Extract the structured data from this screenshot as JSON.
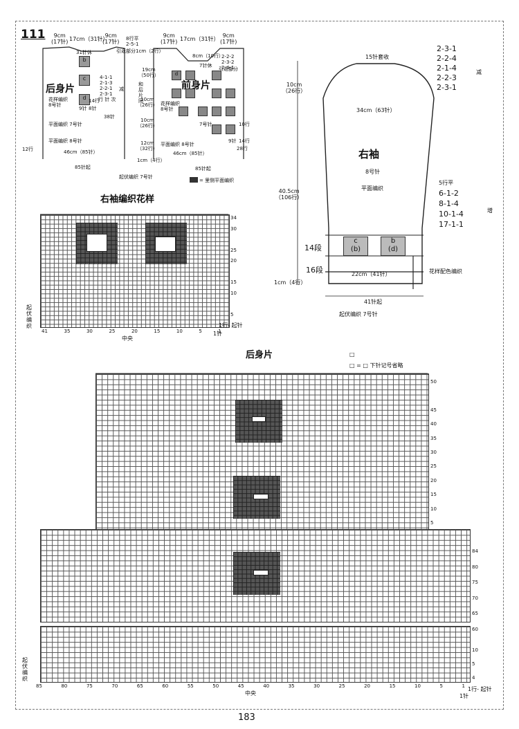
{
  "header": {
    "pattern_no": "111"
  },
  "schematic_back": {
    "title": "后身片",
    "shoulder_left": "9cm",
    "shoulder_left_st": "(17针)",
    "neck": "17cm（31针）",
    "shoulder_right": "9cm",
    "shoulder_right_st": "(17针)",
    "shoulder_flat": "8行平",
    "shoulder_dec": "2-5-1",
    "neck_note": "引返部分1cm（2行）",
    "neck_off": "31针休",
    "armhole_h": "19cm",
    "armhole_rows": "（50行）",
    "armhole_dec": [
      "4-1-1",
      "2-1-3",
      "2-2-1",
      "2-3-1"
    ],
    "armhole_dec_label": "减",
    "armhole_dec_header": "行 针 次",
    "armhole_off": "14行",
    "armhole_off_st": "8针",
    "motif_h": "10cm",
    "motif_rows": "（26行）",
    "motif_label": "花样编织",
    "needle8": "8号针",
    "st9": "9针",
    "st38": "38针",
    "plain_label": "平面编织",
    "needle7": "7号针",
    "h10": "10cm",
    "rows26b": "（26行）",
    "plain_label2": "平面编织",
    "needle8b": "8号针",
    "h12": "12cm",
    "rows32": "（32行）",
    "rows12": "12行",
    "width": "46cm（85针）",
    "ribbing": "起伏编织",
    "needle7b": "7号针",
    "h1": "1cm",
    "rows4": "（4行）",
    "cast_on": "85针起",
    "both_note": "和后片同"
  },
  "schematic_front": {
    "title": "前身片",
    "shoulder_left": "9cm",
    "shoulder_left_st": "(17针)",
    "neck": "17cm（31针）",
    "shoulder_right": "9cm",
    "shoulder_right_st": "(17针)",
    "neck_depth": "8cm（10行）",
    "neck_off": "7针休",
    "neck_dec": [
      "2-2-2",
      "2-3-2",
      "2-4-1"
    ],
    "neck_note": "引返部分",
    "motif_label": "花样编织",
    "needle8": "8号针",
    "h10": "10cm",
    "rows26": "（26行）",
    "needle7": "7号针",
    "rows10": "10行",
    "rows14": "14行",
    "rows28": "28行",
    "st9": "9针",
    "plain_label": "平面编织",
    "needle8b": "8号针",
    "width": "46cm（85针）",
    "ribbing": "起伏编织",
    "needle7b": "7号针",
    "cast_on": "85针起",
    "legend": "= 里侧平面编织"
  },
  "sleeve_schematic": {
    "title": "右袖",
    "top_off": "15针套收",
    "cap_dec": [
      "2-3-1",
      "2-2-4",
      "2-1-4",
      "2-2-3",
      "2-3-1"
    ],
    "cap_dec_label": "减",
    "cap_h": "10cm",
    "cap_rows": "（26行）",
    "upper_w": "34cm（63针）",
    "needle": "8号针",
    "plain_label": "平面编织",
    "length": "40.5cm",
    "length_rows": "（106行）",
    "inc_flat": "5行平",
    "inc": [
      "6-1-2",
      "8-1-4",
      "10-1-4",
      "17-1-1"
    ],
    "inc_label": "增",
    "band14": "14段",
    "band16": "16段",
    "motif_c": "c",
    "motif_c2": "(b)",
    "motif_b": "b",
    "motif_b2": "(d)",
    "colorwork": "花样配色编织",
    "cuff_w": "22cm（41针）",
    "cuff_h": "1cm（4行）",
    "cast_on": "41针起",
    "ribbing": "起伏编织",
    "rib_needle": "7号针"
  },
  "sleeve_chart": {
    "title": "右袖编织花样",
    "row_labels": [
      "34",
      "30",
      "25",
      "20",
      "15",
      "10",
      "5"
    ],
    "col_labels": [
      "41",
      "35",
      "30",
      "25",
      "20",
      "15",
      "10",
      "5",
      "1"
    ],
    "center": "中央",
    "ribbing_side": "起伏编织",
    "row1": "1行",
    "start": "起针",
    "st1": "1针"
  },
  "back_chart": {
    "title": "后身片",
    "legend1": "□",
    "legend2": "□ = □  下针记号省略",
    "row_labels": [
      "50",
      "45",
      "40",
      "35",
      "30",
      "25",
      "20",
      "15",
      "10",
      "5"
    ],
    "row_labels_lower": [
      "84",
      "80",
      "75",
      "70",
      "65",
      "60"
    ],
    "rib_rows": [
      "10",
      "5",
      "4"
    ],
    "col_labels": [
      "85",
      "80",
      "75",
      "70",
      "65",
      "60",
      "55",
      "50",
      "45",
      "40",
      "35",
      "30",
      "25",
      "20",
      "15",
      "10",
      "5",
      "1"
    ],
    "center": "中央",
    "ribbing_side": "起伏编织",
    "row1": "1行",
    "start": "起针",
    "st1": "1针"
  },
  "page_number": "183"
}
